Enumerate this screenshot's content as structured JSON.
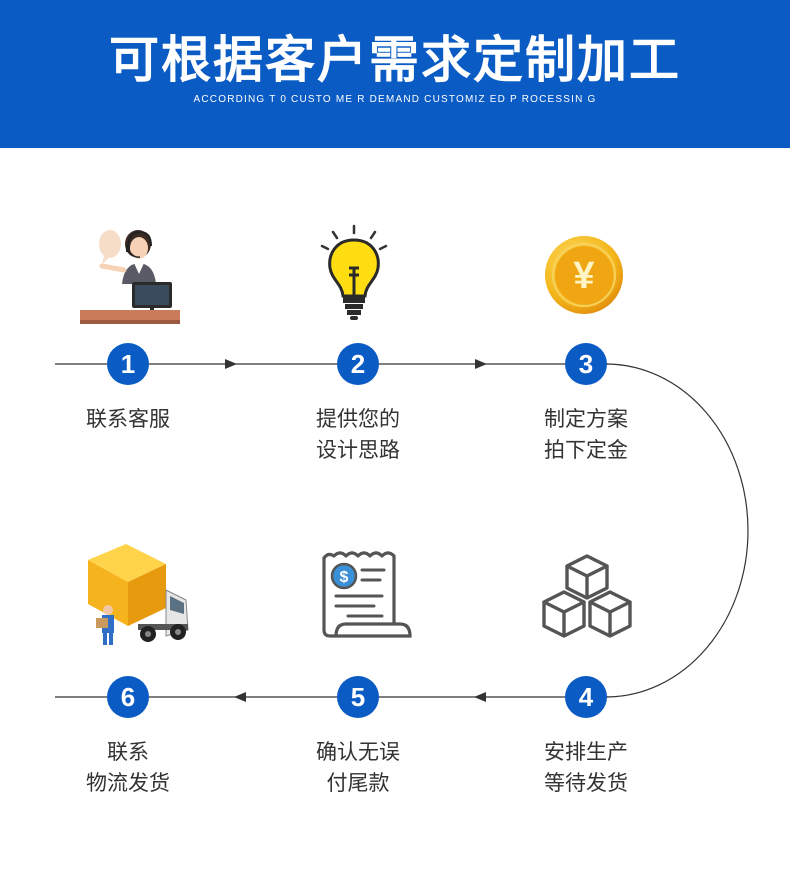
{
  "header": {
    "title": "可根据客户需求定制加工",
    "subtitle": "ACCORDING T 0 CUSTO ME R DEMAND CUSTOMIZ ED P ROCESSIN G"
  },
  "colors": {
    "brand_blue": "#0a5bc4",
    "gold": "#f3b51a",
    "truck_yellow": "#f5b41e"
  },
  "steps": [
    {
      "number": "1",
      "line1": "联系客服",
      "line2": "",
      "icon": "customer-service-icon"
    },
    {
      "number": "2",
      "line1": "提供您的",
      "line2": "设计思路",
      "icon": "lightbulb-icon"
    },
    {
      "number": "3",
      "line1": "制定方案",
      "line2": "拍下定金",
      "icon": "yuan-coin-icon"
    },
    {
      "number": "4",
      "line1": "安排生产",
      "line2": "等待发货",
      "icon": "boxes-icon"
    },
    {
      "number": "5",
      "line1": "确认无误",
      "line2": "付尾款",
      "icon": "receipt-icon"
    },
    {
      "number": "6",
      "line1": "联系",
      "line2": "物流发货",
      "icon": "delivery-truck-icon"
    }
  ],
  "coin_symbol": "¥",
  "receipt_symbol": "$"
}
